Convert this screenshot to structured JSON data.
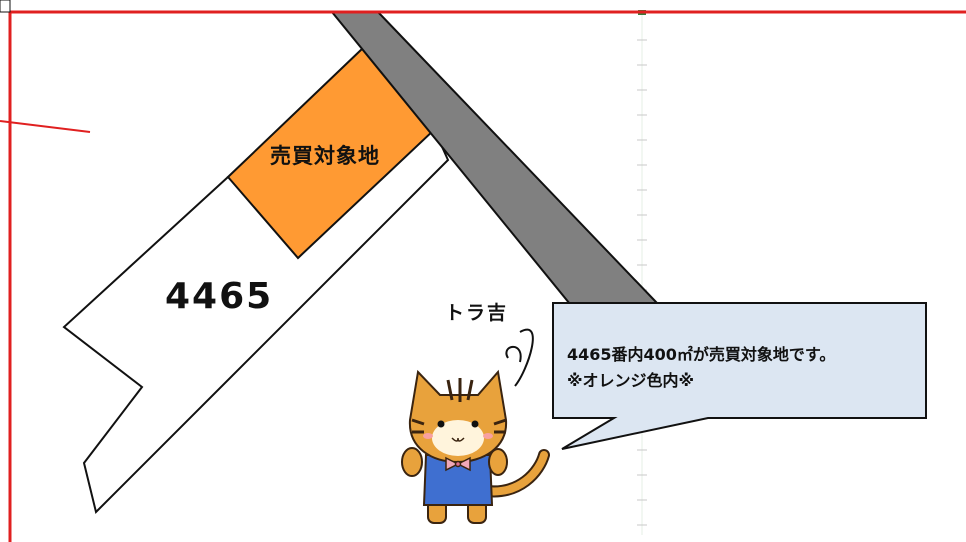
{
  "diagram": {
    "target_parcel_label": "売買対象地",
    "lot_number": "4465",
    "character_name": "トラ吉",
    "callout_line1": "4465番内400㎡が売買対象地です。",
    "callout_line2": "※オレンジ色内※"
  },
  "colors": {
    "target_parcel": "#FF9A33",
    "road": "#808080",
    "frame": "#E02020",
    "callout_fill": "#DCE6F2",
    "cat_body": "#E8A23C",
    "overalls": "#3F6FD0"
  },
  "icons": [
    "tiger-cat-mascot-icon",
    "bow-tie-icon"
  ]
}
